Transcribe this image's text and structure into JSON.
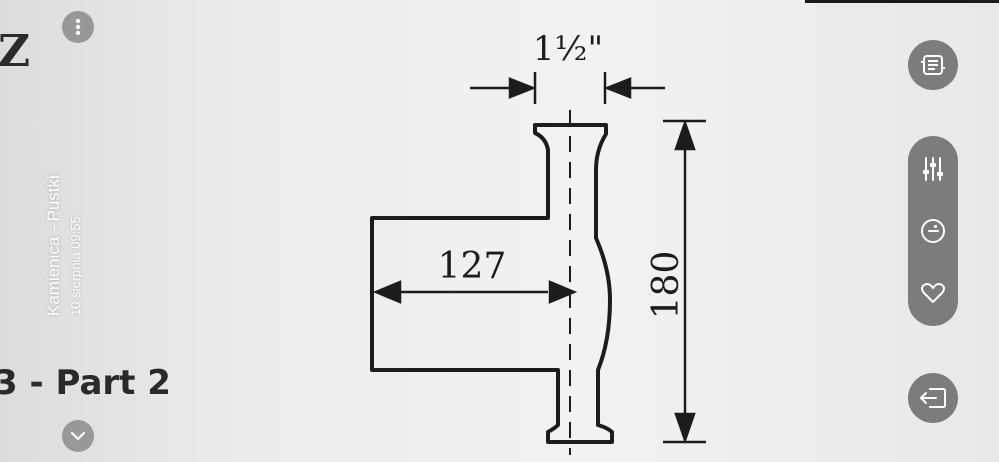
{
  "document": {
    "heading_fragment": "Z",
    "part_label": "3 - Part 2"
  },
  "drawing": {
    "dim_width": "1½\"",
    "dim_length": "127",
    "dim_height": "180"
  },
  "notification": {
    "title": "Kamienica - Pustki",
    "meta": "10 sierpnia  09:55"
  },
  "controls": {
    "more_icon": "more-vertical-icon",
    "expand_icon": "chevron-down-icon",
    "info_icon": "text-extract-icon",
    "adjust_icon": "sliders-icon",
    "details_icon": "info-icon",
    "favorite_icon": "heart-icon",
    "share_icon": "share-exit-icon"
  },
  "colors": {
    "panel": "#7c7c7c",
    "icon": "#ffffff",
    "ink": "#1c1c1c"
  }
}
